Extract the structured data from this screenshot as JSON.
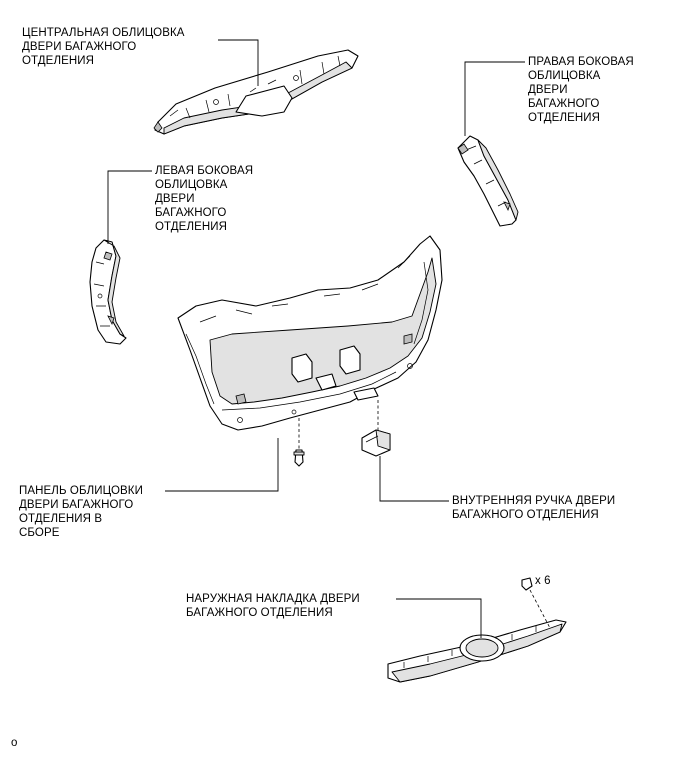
{
  "labels": {
    "center_trim": [
      "ЦЕНТРАЛЬНАЯ ОБЛИЦОВКА",
      "ДВЕРИ БАГАЖНОГО",
      "ОТДЕЛЕНИЯ"
    ],
    "right_side_trim": [
      "ПРАВАЯ БОКОВАЯ",
      "ОБЛИЦОВКА",
      "ДВЕРИ",
      "БАГАЖНОГО",
      "ОТДЕЛЕНИЯ"
    ],
    "left_side_trim": [
      "ЛЕВАЯ БОКОВАЯ",
      "ОБЛИЦОВКА",
      "ДВЕРИ",
      "БАГАЖНОГО",
      "ОТДЕЛЕНИЯ"
    ],
    "trim_panel_assy": [
      "ПАНЕЛЬ ОБЛИЦОВКИ",
      "ДВЕРИ БАГАЖНОГО",
      "ОТДЕЛЕНИЯ В",
      "СБОРЕ"
    ],
    "inside_handle": [
      "ВНУТРЕННЯЯ РУЧКА ДВЕРИ",
      "БАГАЖНОГО ОТДЕЛЕНИЯ"
    ],
    "outside_garnish": [
      "НАРУЖНАЯ НАКЛАДКА ДВЕРИ",
      "БАГАЖНОГО ОТДЕЛЕНИЯ"
    ]
  },
  "clip_quantity": "x 6",
  "corner_mark": "o"
}
